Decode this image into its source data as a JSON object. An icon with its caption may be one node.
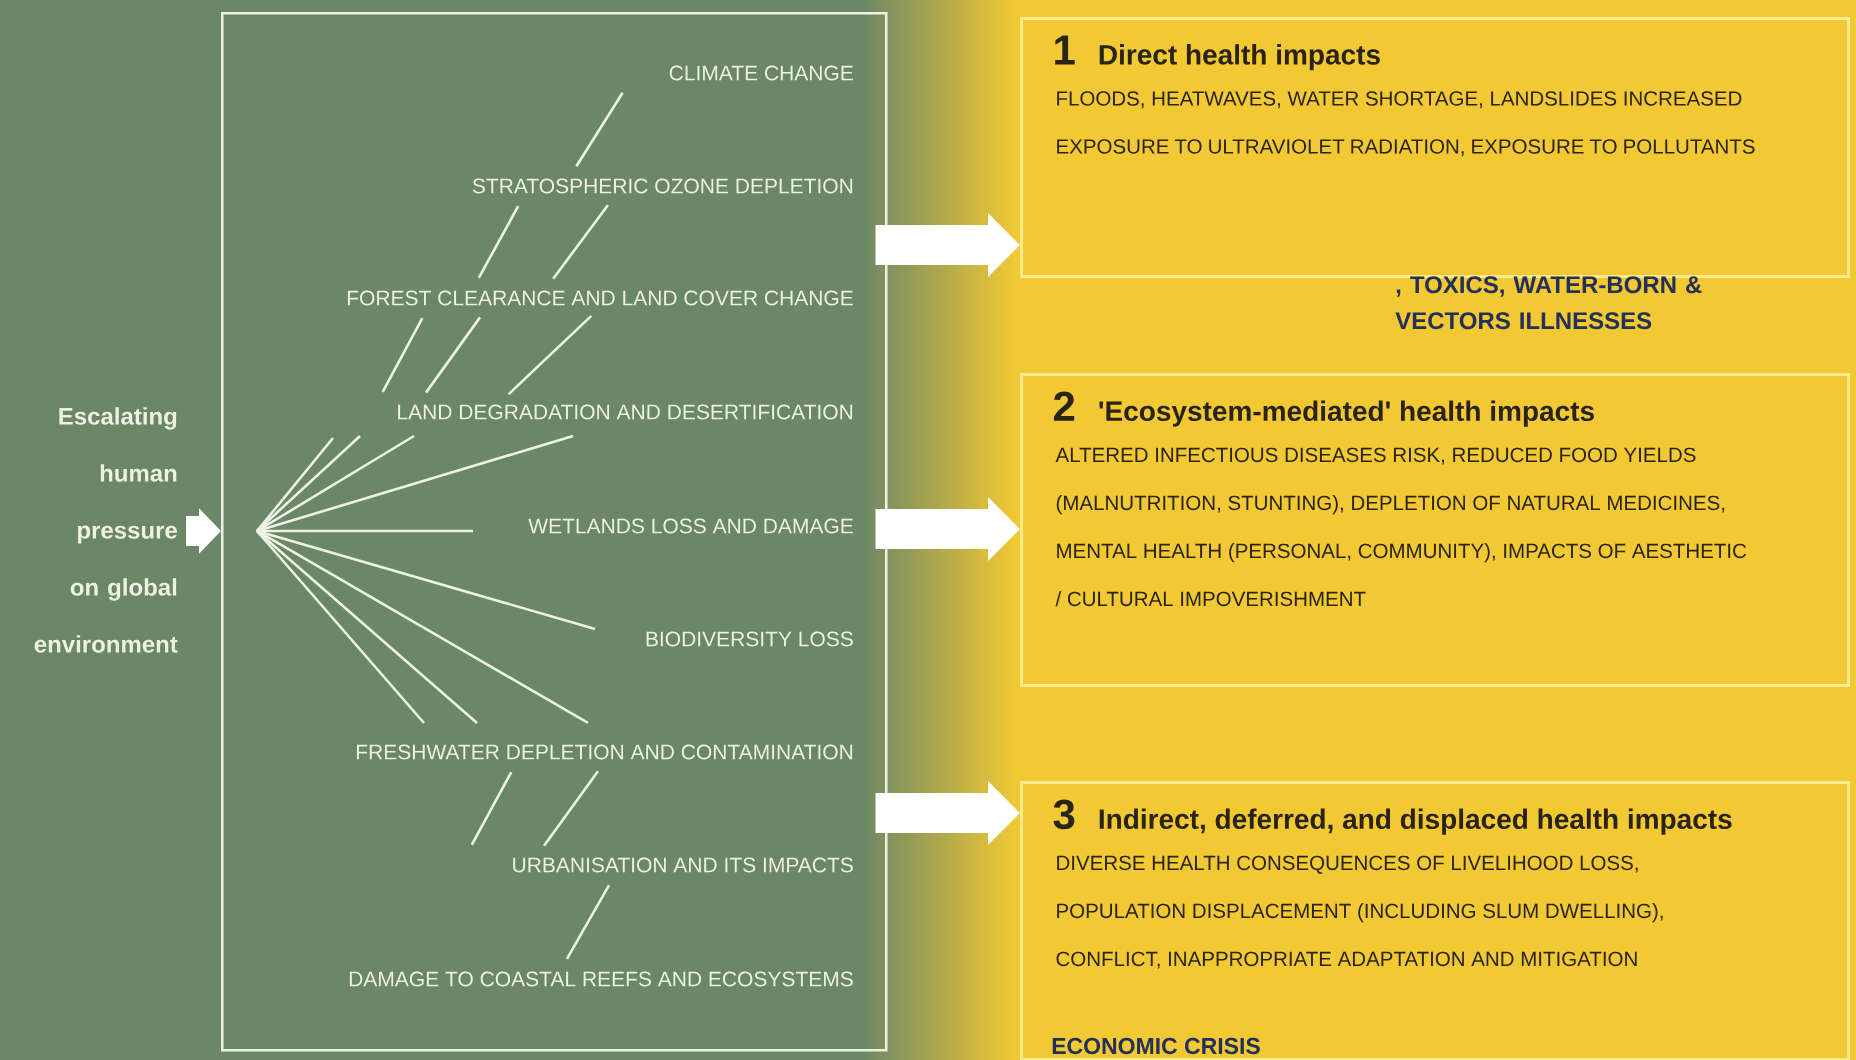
{
  "diagram": {
    "nodes": [
      {
        "text": [
          "Escalating human pressure on global environment"
        ]
      },
      {
        "text": [],
        "shape": "box"
      },
      {
        "text": [
          "CLIMATE CHANGE"
        ],
        "in": 1
      },
      {
        "text": [
          "STRATOSPHERIC OZONE DEPLETION"
        ],
        "in": 1
      },
      {
        "text": [
          "FOREST CLEARANCE AND LAND COVER CHANGE"
        ],
        "in": 1
      },
      {
        "text": [
          "LAND DEGRADATION AND DESERTIFICATION"
        ],
        "in": 1
      },
      {
        "text": [
          "WETLANDS LOSS AND DAMAGE"
        ],
        "in": 1
      },
      {
        "text": [
          "BIODIVERSITY LOSS"
        ],
        "in": 1
      },
      {
        "text": [
          "FRESHWATER DEPLETION AND CONTAMINATION"
        ],
        "in": 1
      },
      {
        "text": [
          "URBANISATION AND ITS IMPACTS"
        ],
        "in": 1
      },
      {
        "text": [
          "DAMAGE TO COASTAL REEFS AND ECOSYSTEMS"
        ],
        "in": 1
      },
      {
        "text": [
          "1",
          "Direct health impacts",
          "FLOODS, HEATWAVES, WATER SHORTAGE, LANDSLIDES INCREASED EXPOSURE TO ULTRAVIOLET RADIATION, EXPOSURE TO POLLUTANTS"
        ]
      },
      {
        "text": [
          "2",
          "'Ecosystem-mediated' health impacts",
          "ALTERED INFECTIOUS DISEASES RISK, REDUCED FOOD YIELDS (MALNUTRITION, STUNTING), DEPLETION OF NATURAL MEDICINES, MENTAL HEALTH (PERSONAL, COMMUNITY), IMPACTS OF AESTHETIC / CULTURAL IMPOVERISHMENT"
        ]
      },
      {
        "text": [
          "3",
          "Indirect, deferred, and displaced health impacts",
          "DIVERSE HEALTH CONSEQUENCES OF LIVELIHOOD LOSS, POPULATION DISPLACEMENT (INCLUDING SLUM DWELLING), CONFLICT, INAPPROPRIATE ADAPTATION AND MITIGATION"
        ]
      }
    ],
    "edges": [
      {
        "from": 0,
        "to": 1,
        "arrow": "to",
        "style": "thick"
      },
      {
        "from": 2,
        "to": 3,
        "arrow": "none"
      },
      {
        "from": 3,
        "to": 4,
        "arrow": "none"
      },
      {
        "from": 3,
        "to": 4,
        "arrow": "none"
      },
      {
        "from": 4,
        "to": 5,
        "arrow": "none"
      },
      {
        "from": 4,
        "to": 5,
        "arrow": "none"
      },
      {
        "from": 4,
        "to": 5,
        "arrow": "none"
      },
      {
        "from": 8,
        "to": 9,
        "arrow": "none"
      },
      {
        "from": 8,
        "to": 9,
        "arrow": "none"
      },
      {
        "from": 9,
        "to": 10,
        "arrow": "none"
      },
      {
        "from": 1,
        "to": 11,
        "arrow": "to",
        "style": "thick"
      },
      {
        "from": 1,
        "to": 12,
        "arrow": "to",
        "style": "thick"
      },
      {
        "from": 1,
        "to": 13,
        "arrow": "to",
        "style": "thick"
      }
    ],
    "labels": [
      ", TOXICS, WATER-BORN & VECTORS ILLNESSES",
      "ECONOMIC CRISIS"
    ]
  }
}
